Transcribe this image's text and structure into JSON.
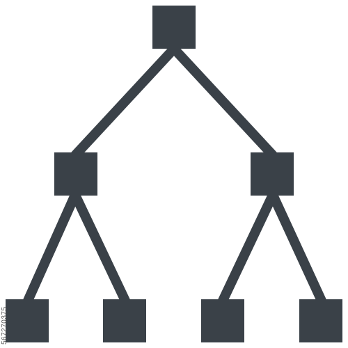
{
  "diagram": {
    "type": "hierarchy-tree-icon",
    "color": "#3a4148",
    "nodes": [
      "root",
      "left-child",
      "right-child",
      "left-left-leaf",
      "left-right-leaf",
      "right-left-leaf",
      "right-right-leaf"
    ],
    "edges": [
      [
        "root",
        "left-child"
      ],
      [
        "root",
        "right-child"
      ],
      [
        "left-child",
        "left-left-leaf"
      ],
      [
        "left-child",
        "left-right-leaf"
      ],
      [
        "right-child",
        "right-left-leaf"
      ],
      [
        "right-child",
        "right-right-leaf"
      ]
    ]
  },
  "watermark": {
    "stock_id": "567270375"
  }
}
